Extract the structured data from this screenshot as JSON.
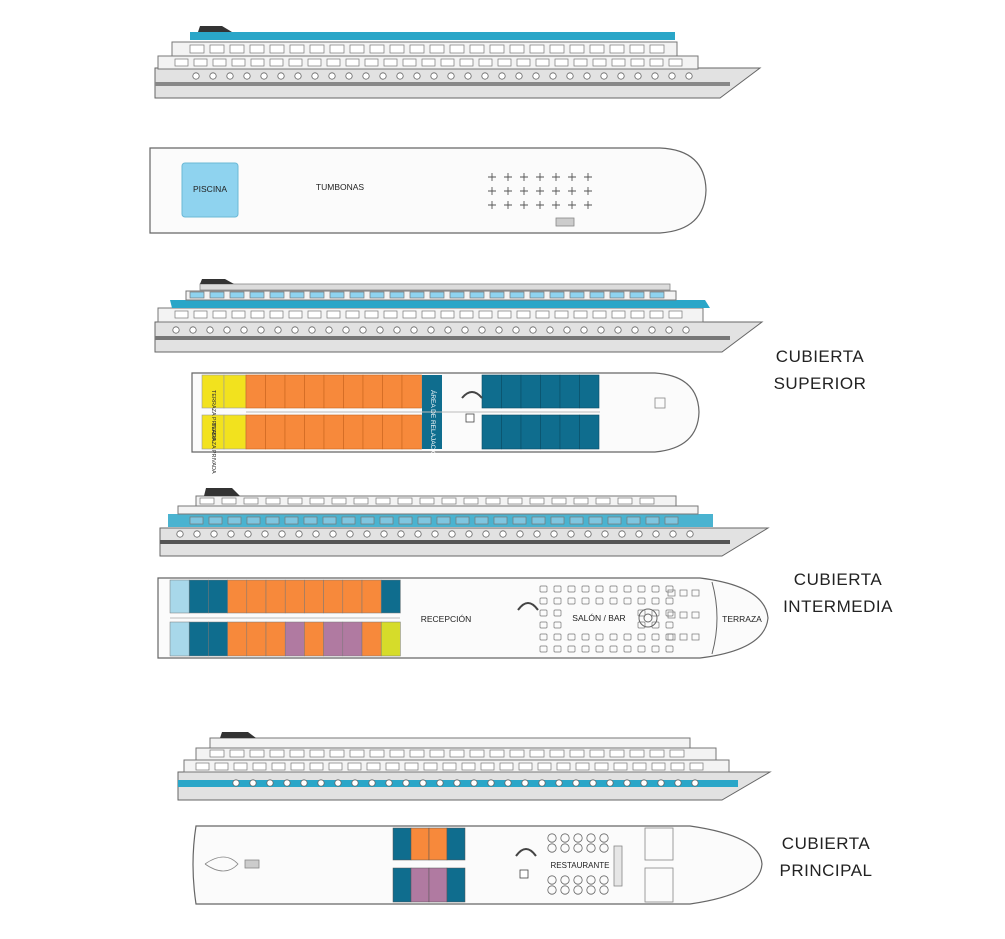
{
  "labels": {
    "superior": [
      "CUBIERTA",
      "SUPERIOR"
    ],
    "intermedia": [
      "CUBIERTA",
      "INTERMEDIA"
    ],
    "principal": [
      "CUBIERTA",
      "PRINCIPAL"
    ]
  },
  "sun_deck": {
    "pool": "PISCINA",
    "loungers": "TUMBONAS"
  },
  "upper_deck": {
    "terrace_label": "TERRAZA PRIVADA",
    "relax_label": "ÁREA DE RELAJACIÓN"
  },
  "middle_deck": {
    "reception": "RECEPCIÓN",
    "salon": "SALÓN / BAR",
    "terrace": "TERRAZA"
  },
  "main_deck": {
    "restaurant": "RESTAURANTE"
  },
  "colors": {
    "orange": "#f7893b",
    "dark_teal": "#0f6d8e",
    "light_blue": "#a8d8ea",
    "yellow": "#f2e21e",
    "mauve": "#b07aa1",
    "lime": "#d6dc2a",
    "pool": "#8fd3ef",
    "hull_blue": "#2aa6c8",
    "hull_gray": "#d9d9d9",
    "line": "#555555"
  }
}
